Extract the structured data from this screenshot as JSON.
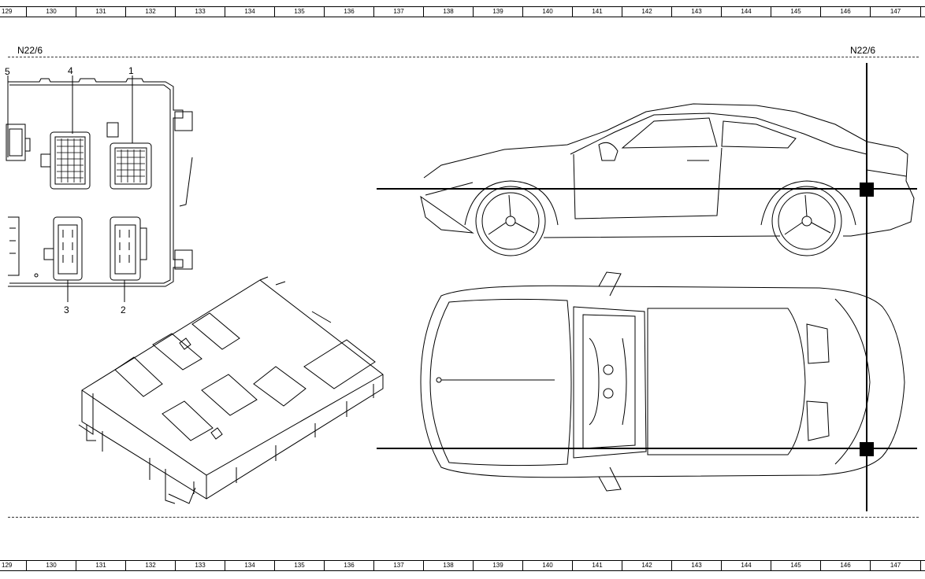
{
  "ruler": {
    "cells": [
      "129",
      "130",
      "131",
      "132",
      "133",
      "134",
      "135",
      "136",
      "137",
      "138",
      "139",
      "140",
      "141",
      "142",
      "143",
      "144",
      "145",
      "146",
      "147"
    ]
  },
  "labels": {
    "left_component": "N22/6",
    "right_component": "N22/6",
    "connector_1": "1",
    "connector_2": "2",
    "connector_3": "3",
    "connector_4": "4",
    "connector_5": "5"
  }
}
